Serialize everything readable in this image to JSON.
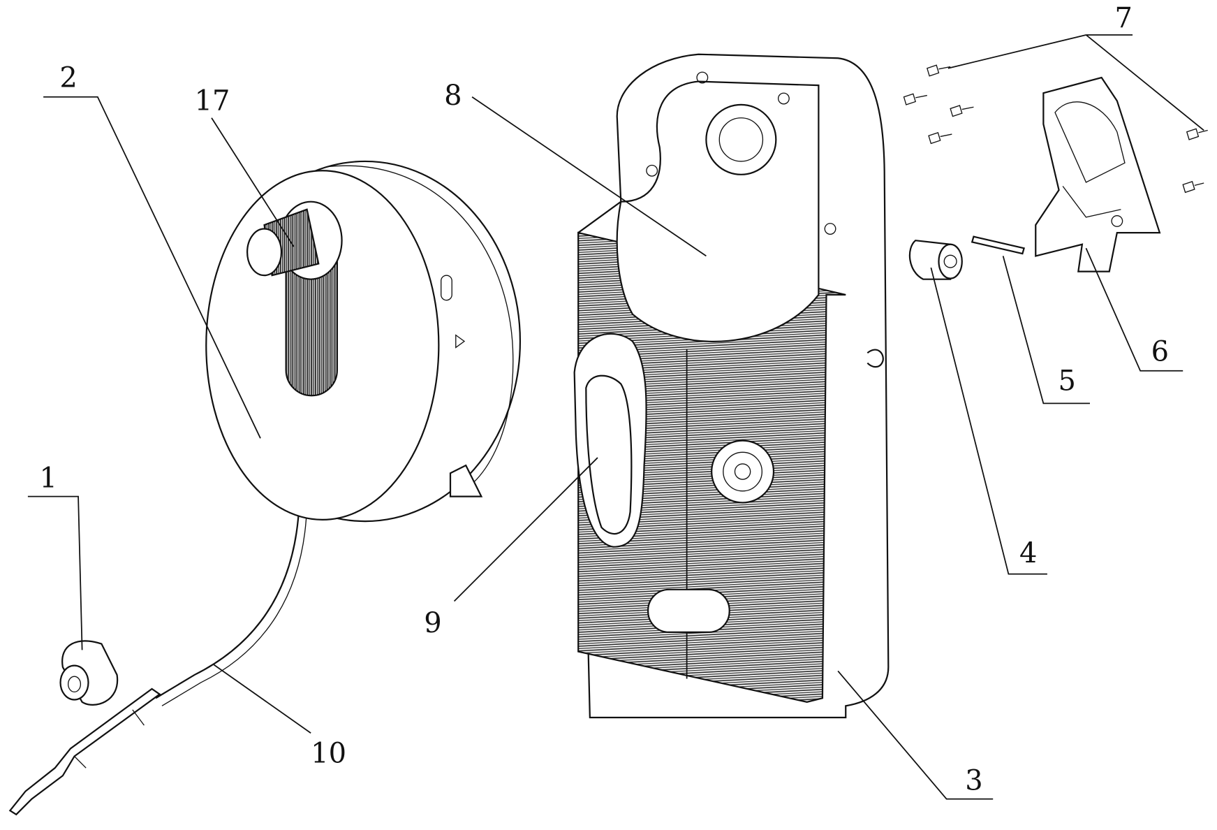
{
  "labels": {
    "part_1": "1",
    "part_2": "2",
    "part_3": "3",
    "part_4": "4",
    "part_5": "5",
    "part_6": "6",
    "part_7": "7",
    "part_8": "8",
    "part_9": "9",
    "part_10": "10",
    "part_17": "17"
  }
}
